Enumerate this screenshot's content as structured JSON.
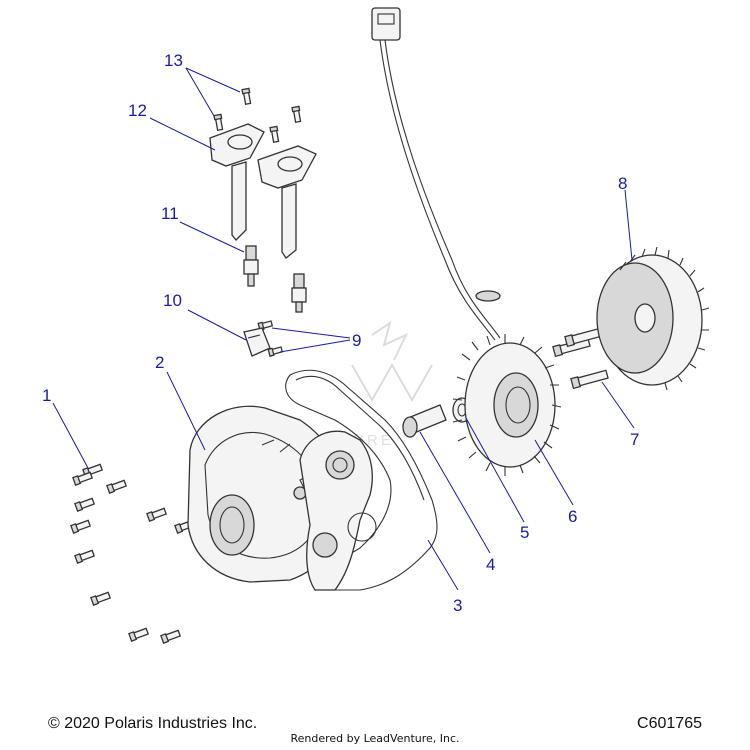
{
  "callouts": [
    "1",
    "2",
    "3",
    "4",
    "5",
    "6",
    "7",
    "8",
    "9",
    "10",
    "11",
    "12",
    "13"
  ],
  "watermark": "LEADVENTURE",
  "footer": {
    "copyright": "© 2020 Polaris Industries Inc.",
    "diagram_id": "C601765",
    "rendered_by": "Rendered by LeadVenture, Inc."
  },
  "colors": {
    "callout": "#1a1aa6",
    "line": "#333333"
  }
}
